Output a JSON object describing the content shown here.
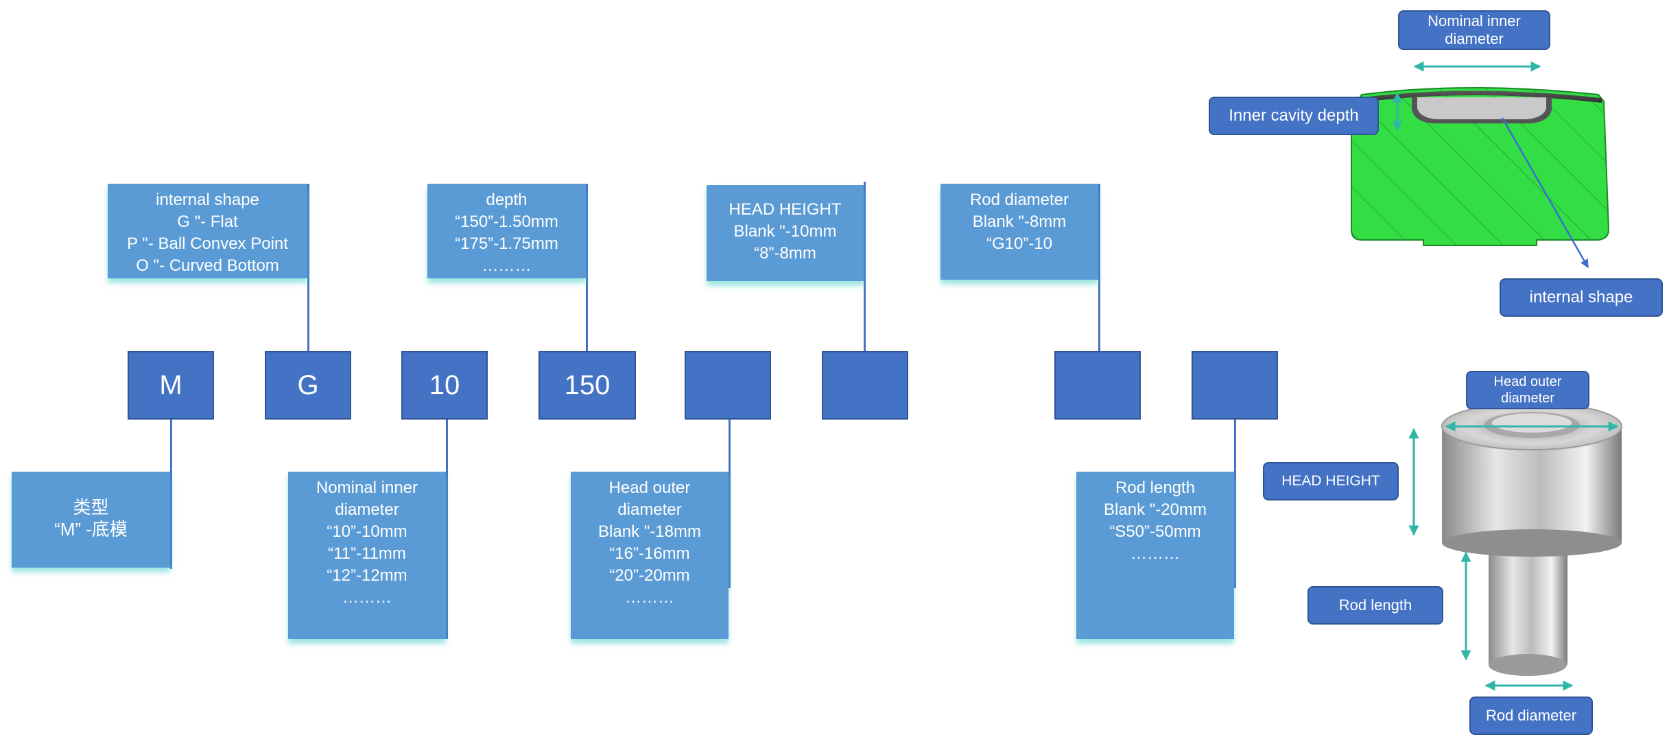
{
  "codes": [
    "M",
    "G",
    "10",
    "150",
    "",
    "",
    "",
    ""
  ],
  "top_boxes": {
    "shape": [
      "internal shape",
      "G \"- Flat",
      "P \"- Ball Convex Point",
      "O \"- Curved Bottom"
    ],
    "depth": [
      "depth",
      "“150”-1.50mm",
      "“175”-1.75mm",
      "………"
    ],
    "head_height": [
      "HEAD HEIGHT",
      "Blank \"-10mm",
      "“8”-8mm"
    ],
    "rod_diameter": [
      "Rod diameter",
      "Blank \"-8mm",
      "“G10”-10"
    ]
  },
  "bottom_boxes": {
    "type": [
      "类型",
      "“M” -底模"
    ],
    "inner_diameter": [
      "Nominal inner",
      "diameter",
      "“10”-10mm",
      "“11”-11mm",
      "“12”-12mm",
      "………"
    ],
    "head_outer": [
      "Head outer",
      "diameter",
      "Blank \"-18mm",
      "“16”-16mm",
      "“20”-20mm",
      "………"
    ],
    "rod_length": [
      "Rod length",
      "Blank \"-20mm",
      "“S50”-50mm",
      "………"
    ]
  },
  "callouts": {
    "nominal_inner": [
      "Nominal inner",
      "diameter"
    ],
    "inner_cavity_depth": "Inner cavity depth",
    "internal_shape": "internal shape",
    "head_outer": [
      "Head outer",
      "diameter"
    ],
    "head_height": "HEAD HEIGHT",
    "rod_length": "Rod length",
    "rod_diameter": "Rod diameter"
  },
  "colors": {
    "code_box": "#4472c4",
    "desc_box": "#5b9bd5",
    "arrow": "#2fb6a8",
    "section_fill": "#33dd44"
  }
}
